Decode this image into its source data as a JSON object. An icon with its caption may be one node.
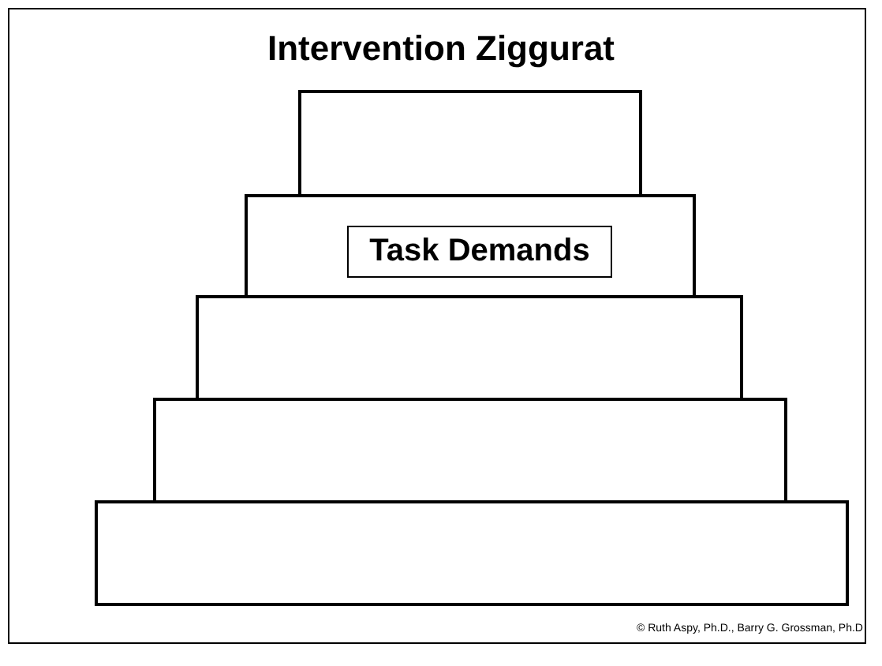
{
  "diagram": {
    "title": "Intervention Ziggurat",
    "nodes": [
      {
        "text": [],
        "shape": "box"
      },
      {
        "text": [],
        "shape": "box"
      },
      {
        "text": [
          "Task Demands"
        ],
        "in": 1
      },
      {
        "text": [],
        "shape": "box"
      },
      {
        "text": [],
        "shape": "box"
      },
      {
        "text": [],
        "shape": "box"
      }
    ],
    "edges": [],
    "labels": [
      "© Ruth Aspy, Ph.D., Barry G. Grossman, Ph.D"
    ]
  }
}
